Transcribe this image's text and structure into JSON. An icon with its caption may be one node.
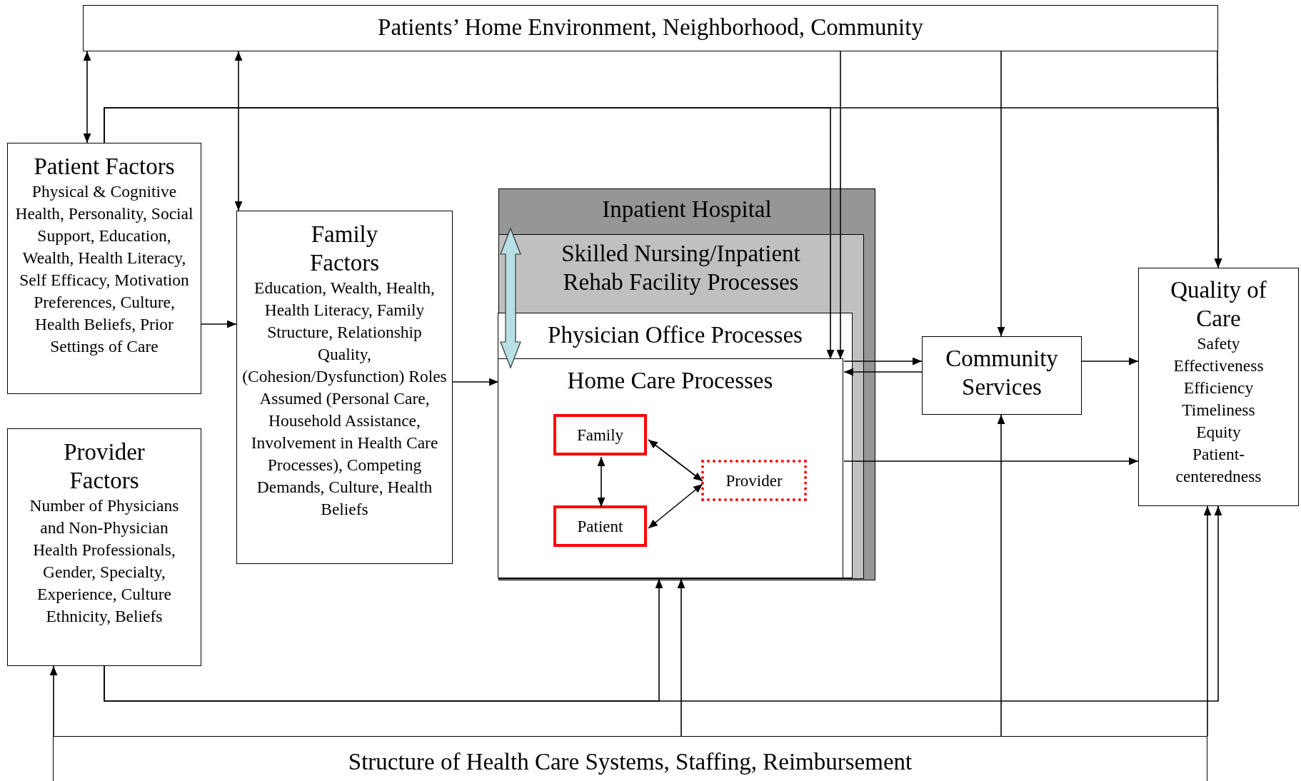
{
  "diagram": {
    "nodes": [
      {
        "text": [
          "Patients’ Home Environment, Neighborhood, Community"
        ]
      },
      {
        "text": [
          "Patient Factors",
          "Physical & Cognitive Health, Personality, Social Support, Education, Wealth, Health Literacy, Self Efficacy, Motivation Preferences, Culture, Health Beliefs, Prior Settings of Care"
        ]
      },
      {
        "text": [
          "Family Factors",
          "Education, Wealth, Health, Health Literacy, Family Structure, Relationship Quality, (Cohesion/Dysfunction) Roles Assumed (Personal Care, Household Assistance, Involvement in Health Care Processes), Competing Demands, Culture, Health Beliefs"
        ]
      },
      {
        "text": [
          "Provider Factors",
          "Number of Physicians and Non-Physician Health Professionals, Gender, Specialty, Experience, Culture Ethnicity, Beliefs"
        ]
      },
      {
        "text": [
          "Inpatient Hospital"
        ]
      },
      {
        "text": [
          "Skilled Nursing/Inpatient Rehab Facility Processes"
        ],
        "in": 4
      },
      {
        "text": [
          "Physician Office Processes"
        ],
        "in": 5
      },
      {
        "text": [
          "Home Care Processes"
        ],
        "in": 6
      },
      {
        "text": [
          "Family"
        ],
        "in": 7
      },
      {
        "text": [
          "Patient"
        ],
        "in": 7
      },
      {
        "text": [
          "Provider"
        ],
        "in": 7
      },
      {
        "text": [
          "Community Services"
        ]
      },
      {
        "text": [
          "Quality of Care",
          "Safety",
          "Effectiveness",
          "Efficiency",
          "Timeliness",
          "Equity",
          "Patient-centeredness"
        ]
      },
      {
        "text": [
          "Structure of Health Care Systems, Staffing, Reimbursement"
        ]
      }
    ],
    "edges": [
      {
        "from": 1,
        "to": 0,
        "arrow": "both"
      },
      {
        "from": 2,
        "to": 0,
        "arrow": "both"
      },
      {
        "from": 1,
        "to": 2,
        "arrow": "to"
      },
      {
        "from": 2,
        "to": 7,
        "arrow": "to"
      },
      {
        "from": 1,
        "to": 7,
        "arrow": "to"
      },
      {
        "from": 1,
        "to": 12,
        "arrow": "to"
      },
      {
        "from": 0,
        "to": 7,
        "arrow": "to"
      },
      {
        "from": 0,
        "to": 11,
        "arrow": "to"
      },
      {
        "from": 0,
        "to": 12,
        "arrow": "to"
      },
      {
        "from": 7,
        "to": 11,
        "arrow": "to"
      },
      {
        "from": 11,
        "to": 7,
        "arrow": "to"
      },
      {
        "from": 11,
        "to": 12,
        "arrow": "to"
      },
      {
        "from": 7,
        "to": 12,
        "arrow": "to"
      },
      {
        "from": 3,
        "to": 7,
        "arrow": "to"
      },
      {
        "from": 3,
        "to": 12,
        "arrow": "to"
      },
      {
        "from": 13,
        "to": 3,
        "arrow": "to"
      },
      {
        "from": 13,
        "to": 7,
        "arrow": "to"
      },
      {
        "from": 13,
        "to": 11,
        "arrow": "to"
      },
      {
        "from": 13,
        "to": 12,
        "arrow": "to"
      },
      {
        "from": 8,
        "to": 9,
        "arrow": "both"
      },
      {
        "from": 8,
        "to": 10,
        "arrow": "both"
      },
      {
        "from": 9,
        "to": 10,
        "arrow": "both"
      },
      {
        "from": 5,
        "to": 7,
        "arrow": "both",
        "style": "thick",
        "color": "#b7e0e6"
      }
    ]
  }
}
